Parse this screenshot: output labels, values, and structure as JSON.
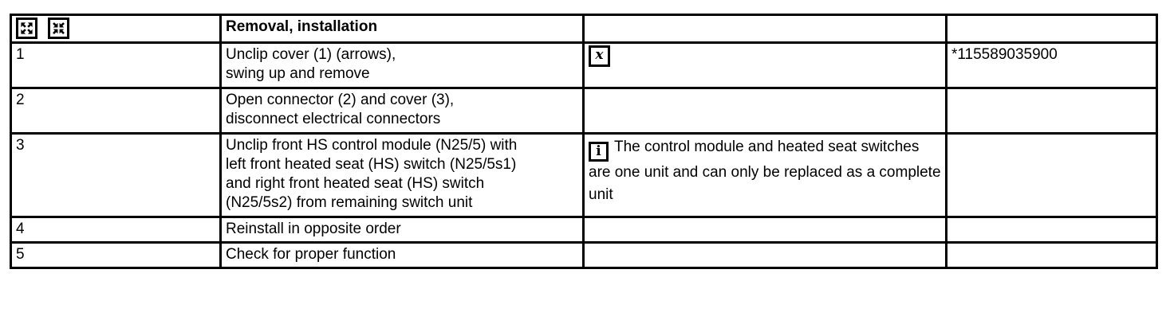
{
  "table": {
    "columns": [
      "step",
      "description",
      "note",
      "part_number"
    ],
    "header": {
      "icons": [
        "expand-arrows-icon",
        "collapse-arrows-icon"
      ],
      "title": "Removal, installation",
      "note_label": "",
      "part_label": ""
    },
    "rows": [
      {
        "step": "1",
        "description_lines": [
          "Unclip cover (1) (arrows),",
          "swing up and remove"
        ],
        "note_icon": "special-tool-icon",
        "note_text": "",
        "part_number": "*115589035900"
      },
      {
        "step": "2",
        "description_lines": [
          "Open connector (2) and cover (3),",
          "disconnect electrical connectors"
        ],
        "note_icon": "",
        "note_text": "",
        "part_number": ""
      },
      {
        "step": "3",
        "description_lines": [
          "Unclip front HS control module (N25/5) with",
          "left front heated seat (HS) switch (N25/5s1)",
          "and right front heated seat (HS) switch",
          "(N25/5s2) from remaining switch unit"
        ],
        "note_icon": "info-icon",
        "note_text": "The control module and heated seat switches are one unit and can only be replaced as a complete unit",
        "part_number": ""
      },
      {
        "step": "4",
        "description_lines": [
          "Reinstall in opposite order"
        ],
        "note_icon": "",
        "note_text": "",
        "part_number": ""
      },
      {
        "step": "5",
        "description_lines": [
          "Check for proper function"
        ],
        "note_icon": "",
        "note_text": "",
        "part_number": ""
      }
    ]
  },
  "colors": {
    "border": "#000000",
    "text": "#000000",
    "background": "#ffffff"
  }
}
